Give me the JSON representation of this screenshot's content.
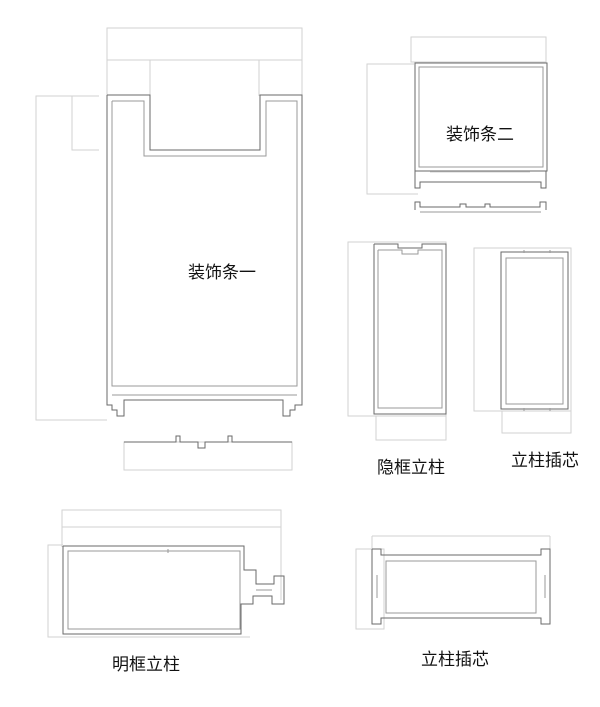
{
  "labels": {
    "trim_1": "装饰条一",
    "trim_2": "装饰条二",
    "hidden_frame_mullion": "隐框立柱",
    "mullion_insert_1": "立柱插芯",
    "exposed_frame_mullion": "明框立柱",
    "mullion_insert_2": "立柱插芯"
  },
  "colors": {
    "profile_line": "#6a6a6a",
    "dimension_line": "#d2d2d2",
    "text": "#111111"
  }
}
